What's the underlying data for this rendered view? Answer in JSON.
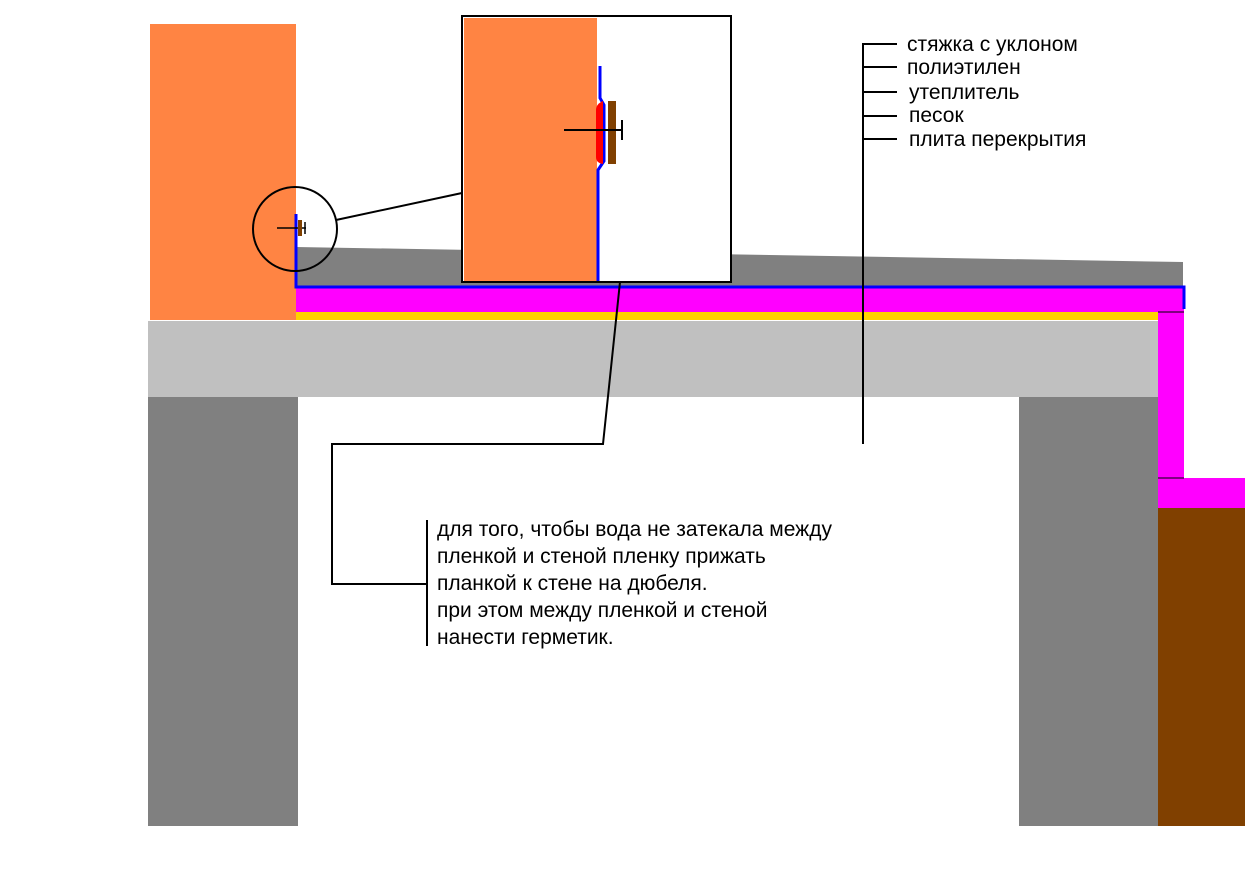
{
  "layer_labels": [
    "стяжка с уклоном",
    "полиэтилен",
    "утеплитель",
    "песок",
    "плита перекрытия"
  ],
  "note_lines": [
    "для того, чтобы вода не затекала между",
    "пленкой и стеной пленку прижать",
    "планкой к стене на дюбеля.",
    "при этом между пленкой и стеной",
    "нанести герметик."
  ],
  "colors": {
    "brick_wall": "#FF8443",
    "screed": "#808080",
    "polyethylene_film": "#0000FF",
    "insulation": "#FF00FF",
    "sand": "#FFD200",
    "floor_slab": "#C0C0C0",
    "support_wall": "#808080",
    "soil": "#804000",
    "sealant": "#FF0000",
    "batten": "#804000"
  }
}
